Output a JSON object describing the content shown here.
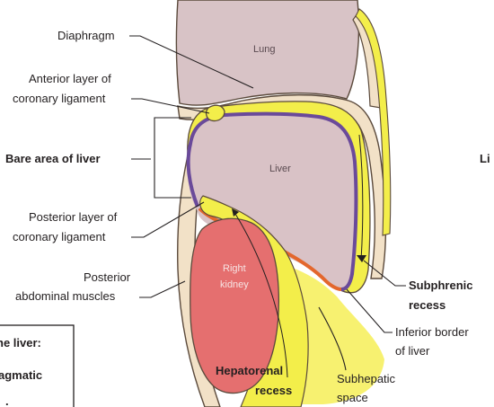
{
  "diagram": {
    "organs": {
      "lung": "Lung",
      "liver": "Liver",
      "right_kidney_line1": "Right",
      "right_kidney_line2": "kidney"
    },
    "labels": {
      "diaphragm": "Diaphragm",
      "anterior_layer_line1": "Anterior layer of",
      "anterior_layer_line2": "coronary ligament",
      "bare_area": "Bare area of liver",
      "posterior_layer_line1": "Posterior layer of",
      "posterior_layer_line2": "coronary ligament",
      "posterior_muscles_line1": "Posterior",
      "posterior_muscles_line2": "abdominal muscles",
      "subphrenic_line1": "Subphrenic",
      "subphrenic_line2": "recess",
      "inferior_border_line1": "Inferior border",
      "inferior_border_line2": "of liver",
      "hepatorenal_line1": "Hepatorenal",
      "hepatorenal_line2": "recess",
      "subhepatic_line1": "Subhepatic",
      "subhepatic_line2": "space"
    },
    "cropped_text": {
      "right_edge": "Li",
      "box_line1": "he liver:",
      "box_line2": "agmatic",
      "box_line3": "."
    },
    "colors": {
      "lung": "#d8c3c6",
      "liver": "#d9c2c6",
      "liver_outline": "#6a4a9a",
      "liver_underside": "#e3672d",
      "peritoneum": "#f3ee4a",
      "kidney": "#e56f6f",
      "diaphragm": "#f2e1c7",
      "stroke": "#5b4a3c"
    }
  }
}
